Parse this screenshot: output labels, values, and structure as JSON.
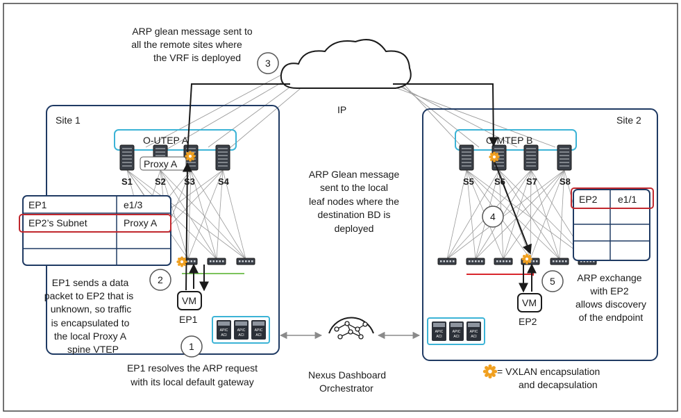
{
  "colors": {
    "site_border": "#1f3a63",
    "utep_border": "#3bb3d6",
    "table_border": "#c0272d",
    "gear": "#f0a020",
    "link_gray": "#9a9a9a",
    "green_line": "#7cc35c",
    "red_line": "#d8262c"
  },
  "cloud": {
    "label": "IP"
  },
  "site1": {
    "title": "Site 1",
    "utep_label": "O-UTEP A",
    "proxy_label": "Proxy A",
    "spines": [
      "S1",
      "S2",
      "S3",
      "S4"
    ],
    "table": {
      "rows": [
        [
          "EP1",
          "e1/3"
        ],
        [
          "EP2’s Subnet",
          "Proxy A"
        ],
        [
          "",
          ""
        ],
        [
          "",
          ""
        ]
      ]
    },
    "vm_label": "VM",
    "ep_label": "EP1",
    "apic_label": "APIC",
    "apic_sub": "ACI"
  },
  "site2": {
    "title": "Site 2",
    "mtep_label": "O-MTEP B",
    "spines": [
      "S5",
      "S6",
      "S7",
      "S8"
    ],
    "table": {
      "rows": [
        [
          "EP2",
          "e1/1"
        ],
        [
          "",
          ""
        ],
        [
          "",
          ""
        ],
        [
          "",
          ""
        ],
        [
          "",
          ""
        ]
      ]
    },
    "vm_label": "VM",
    "ep_label": "EP2",
    "apic_label": "APIC",
    "apic_sub": "ACI"
  },
  "steps": [
    "1",
    "2",
    "3",
    "4",
    "5"
  ],
  "text": {
    "step3": [
      "ARP glean message sent to",
      "all the remote sites where",
      "the VRF is deployed"
    ],
    "center": [
      "ARP Glean message",
      "sent to the local",
      "leaf nodes where the",
      "destination BD is",
      "deployed"
    ],
    "step2": [
      "EP1 sends a data",
      "packet to EP2 that is",
      "unknown, so traffic",
      "is encapsulated to",
      "the local Proxy A",
      "spine VTEP"
    ],
    "step1": [
      "EP1 resolves the ARP request",
      "with its local default gateway"
    ],
    "step5": [
      "ARP exchange",
      "with EP2",
      "allows discovery",
      "of the endpoint"
    ],
    "ndo": [
      "Nexus Dashboard",
      "Orchestrator"
    ],
    "legend": [
      "= VXLAN encapsulation",
      "and decapsulation"
    ]
  }
}
